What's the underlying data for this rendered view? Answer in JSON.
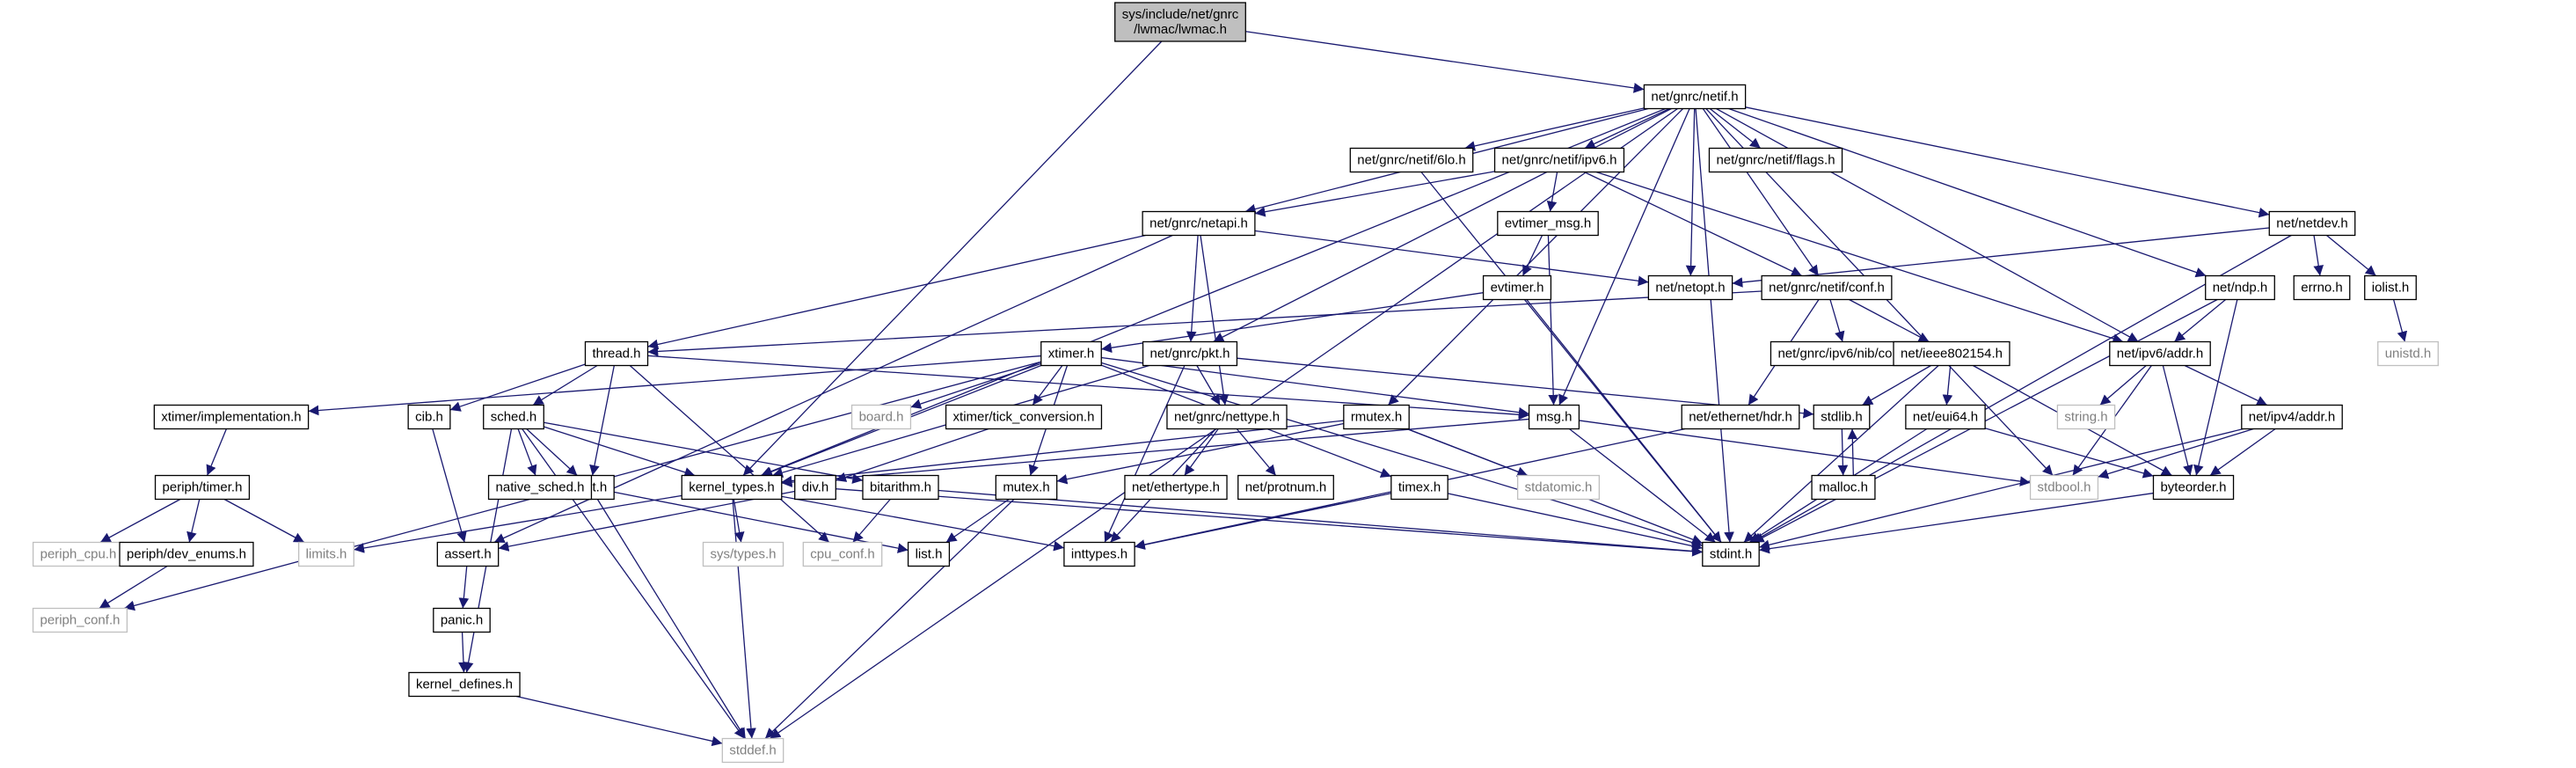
{
  "diagram": {
    "nodes": [
      {
        "id": "lwmac",
        "lines": [
          "sys/include/net/gnrc",
          "/lwmac/lwmac.h"
        ],
        "style": "root"
      },
      {
        "id": "netif",
        "lines": [
          "net/gnrc/netif.h"
        ],
        "style": "normal"
      },
      {
        "id": "netif6lo",
        "lines": [
          "net/gnrc/netif/6lo.h"
        ],
        "style": "normal"
      },
      {
        "id": "netifipv6",
        "lines": [
          "net/gnrc/netif/ipv6.h"
        ],
        "style": "normal"
      },
      {
        "id": "netifflags",
        "lines": [
          "net/gnrc/netif/flags.h"
        ],
        "style": "normal"
      },
      {
        "id": "netdev",
        "lines": [
          "net/netdev.h"
        ],
        "style": "normal"
      },
      {
        "id": "netapi",
        "lines": [
          "net/gnrc/netapi.h"
        ],
        "style": "normal"
      },
      {
        "id": "evtimermsg",
        "lines": [
          "evtimer_msg.h"
        ],
        "style": "normal"
      },
      {
        "id": "evtimer",
        "lines": [
          "evtimer.h"
        ],
        "style": "normal"
      },
      {
        "id": "netopt",
        "lines": [
          "net/netopt.h"
        ],
        "style": "normal"
      },
      {
        "id": "netifconf",
        "lines": [
          "net/gnrc/netif/conf.h"
        ],
        "style": "normal"
      },
      {
        "id": "errno",
        "lines": [
          "errno.h"
        ],
        "style": "normal"
      },
      {
        "id": "iolist",
        "lines": [
          "iolist.h"
        ],
        "style": "normal"
      },
      {
        "id": "ndp",
        "lines": [
          "net/ndp.h"
        ],
        "style": "normal"
      },
      {
        "id": "unistd",
        "lines": [
          "unistd.h"
        ],
        "style": "missing"
      },
      {
        "id": "thread",
        "lines": [
          "thread.h"
        ],
        "style": "normal"
      },
      {
        "id": "xtimer",
        "lines": [
          "xtimer.h"
        ],
        "style": "normal"
      },
      {
        "id": "pkt",
        "lines": [
          "net/gnrc/pkt.h"
        ],
        "style": "normal"
      },
      {
        "id": "nibconf",
        "lines": [
          "net/gnrc/ipv6/nib/conf.h"
        ],
        "style": "normal"
      },
      {
        "id": "ieee802154",
        "lines": [
          "net/ieee802154.h"
        ],
        "style": "normal"
      },
      {
        "id": "ipv6addr",
        "lines": [
          "net/ipv6/addr.h"
        ],
        "style": "normal"
      },
      {
        "id": "board",
        "lines": [
          "board.h"
        ],
        "style": "missing"
      },
      {
        "id": "string",
        "lines": [
          "string.h"
        ],
        "style": "missing"
      },
      {
        "id": "ximpl",
        "lines": [
          "xtimer/implementation.h"
        ],
        "style": "normal"
      },
      {
        "id": "cib",
        "lines": [
          "cib.h"
        ],
        "style": "normal"
      },
      {
        "id": "sched",
        "lines": [
          "sched.h"
        ],
        "style": "normal"
      },
      {
        "id": "xtick",
        "lines": [
          "xtimer/tick_conversion.h"
        ],
        "style": "normal"
      },
      {
        "id": "nettype",
        "lines": [
          "net/gnrc/nettype.h"
        ],
        "style": "normal"
      },
      {
        "id": "rmutex",
        "lines": [
          "rmutex.h"
        ],
        "style": "normal"
      },
      {
        "id": "msg",
        "lines": [
          "msg.h"
        ],
        "style": "normal"
      },
      {
        "id": "ethhdr",
        "lines": [
          "net/ethernet/hdr.h"
        ],
        "style": "normal"
      },
      {
        "id": "stdlib",
        "lines": [
          "stdlib.h"
        ],
        "style": "normal"
      },
      {
        "id": "eui64",
        "lines": [
          "net/eui64.h"
        ],
        "style": "normal"
      },
      {
        "id": "ipv4addr",
        "lines": [
          "net/ipv4/addr.h"
        ],
        "style": "normal"
      },
      {
        "id": "periphtimer",
        "lines": [
          "periph/timer.h"
        ],
        "style": "normal"
      },
      {
        "id": "clist",
        "lines": [
          "clist.h"
        ],
        "style": "normal"
      },
      {
        "id": "nativesched",
        "lines": [
          "native_sched.h"
        ],
        "style": "normal"
      },
      {
        "id": "kerneltypes",
        "lines": [
          "kernel_types.h"
        ],
        "style": "normal"
      },
      {
        "id": "div",
        "lines": [
          "div.h"
        ],
        "style": "normal"
      },
      {
        "id": "bitarithm",
        "lines": [
          "bitarithm.h"
        ],
        "style": "normal"
      },
      {
        "id": "mutex",
        "lines": [
          "mutex.h"
        ],
        "style": "normal"
      },
      {
        "id": "ethertype",
        "lines": [
          "net/ethertype.h"
        ],
        "style": "normal"
      },
      {
        "id": "protnum",
        "lines": [
          "net/protnum.h"
        ],
        "style": "normal"
      },
      {
        "id": "stdatomic",
        "lines": [
          "stdatomic.h"
        ],
        "style": "missing"
      },
      {
        "id": "timex",
        "lines": [
          "timex.h"
        ],
        "style": "normal"
      },
      {
        "id": "malloc",
        "lines": [
          "malloc.h"
        ],
        "style": "normal"
      },
      {
        "id": "stdbool",
        "lines": [
          "stdbool.h"
        ],
        "style": "missing"
      },
      {
        "id": "byteorder",
        "lines": [
          "byteorder.h"
        ],
        "style": "normal"
      },
      {
        "id": "periphcpu",
        "lines": [
          "periph_cpu.h"
        ],
        "style": "missing"
      },
      {
        "id": "periphdev",
        "lines": [
          "periph/dev_enums.h"
        ],
        "style": "normal"
      },
      {
        "id": "limits",
        "lines": [
          "limits.h"
        ],
        "style": "missing"
      },
      {
        "id": "systypes",
        "lines": [
          "sys/types.h"
        ],
        "style": "missing"
      },
      {
        "id": "cpuconf",
        "lines": [
          "cpu_conf.h"
        ],
        "style": "missing"
      },
      {
        "id": "list",
        "lines": [
          "list.h"
        ],
        "style": "normal"
      },
      {
        "id": "inttypes",
        "lines": [
          "inttypes.h"
        ],
        "style": "normal"
      },
      {
        "id": "stdint",
        "lines": [
          "stdint.h"
        ],
        "style": "normal"
      },
      {
        "id": "assert",
        "lines": [
          "assert.h"
        ],
        "style": "normal"
      },
      {
        "id": "periphconf",
        "lines": [
          "periph_conf.h"
        ],
        "style": "missing"
      },
      {
        "id": "panic",
        "lines": [
          "panic.h"
        ],
        "style": "normal"
      },
      {
        "id": "kerneldefines",
        "lines": [
          "kernel_defines.h"
        ],
        "style": "normal"
      },
      {
        "id": "stddef",
        "lines": [
          "stddef.h"
        ],
        "style": "missing"
      }
    ],
    "edges": [
      [
        "lwmac",
        "netif"
      ],
      [
        "lwmac",
        "kerneltypes"
      ],
      [
        "netif",
        "netif6lo"
      ],
      [
        "netif",
        "netifipv6"
      ],
      [
        "netif",
        "netifflags"
      ],
      [
        "netif",
        "netdev"
      ],
      [
        "netif",
        "netapi"
      ],
      [
        "netif",
        "netopt"
      ],
      [
        "netif",
        "netifconf"
      ],
      [
        "netif",
        "ndp"
      ],
      [
        "netif",
        "pkt"
      ],
      [
        "netif",
        "ipv6addr"
      ],
      [
        "netif",
        "rmutex"
      ],
      [
        "netif",
        "msg"
      ],
      [
        "netif",
        "kerneltypes"
      ],
      [
        "netif",
        "stdbool"
      ],
      [
        "netif",
        "stdint"
      ],
      [
        "netif",
        "stddef"
      ],
      [
        "netif6lo",
        "stdint"
      ],
      [
        "netifipv6",
        "netapi"
      ],
      [
        "netifipv6",
        "evtimermsg"
      ],
      [
        "netifipv6",
        "netifconf"
      ],
      [
        "netifipv6",
        "ipv6addr"
      ],
      [
        "netapi",
        "thread"
      ],
      [
        "netapi",
        "netopt"
      ],
      [
        "netapi",
        "pkt"
      ],
      [
        "netapi",
        "nettype"
      ],
      [
        "netapi",
        "assert"
      ],
      [
        "evtimermsg",
        "evtimer"
      ],
      [
        "evtimermsg",
        "msg"
      ],
      [
        "evtimer",
        "xtimer"
      ],
      [
        "evtimer",
        "stdint"
      ],
      [
        "netdev",
        "netopt"
      ],
      [
        "netdev",
        "errno"
      ],
      [
        "netdev",
        "iolist"
      ],
      [
        "netdev",
        "stdint"
      ],
      [
        "iolist",
        "unistd"
      ],
      [
        "netifconf",
        "thread"
      ],
      [
        "netifconf",
        "nibconf"
      ],
      [
        "netifconf",
        "ieee802154"
      ],
      [
        "netifconf",
        "ethhdr"
      ],
      [
        "ndp",
        "ipv6addr"
      ],
      [
        "ndp",
        "byteorder"
      ],
      [
        "ndp",
        "stdint"
      ],
      [
        "thread",
        "msg"
      ],
      [
        "thread",
        "cib"
      ],
      [
        "thread",
        "sched"
      ],
      [
        "thread",
        "clist"
      ],
      [
        "thread",
        "cpuconf"
      ],
      [
        "xtimer",
        "board"
      ],
      [
        "xtimer",
        "ximpl"
      ],
      [
        "xtimer",
        "xtick"
      ],
      [
        "xtimer",
        "msg"
      ],
      [
        "xtimer",
        "mutex"
      ],
      [
        "xtimer",
        "timex"
      ],
      [
        "xtimer",
        "kerneltypes"
      ],
      [
        "xtimer",
        "stdint"
      ],
      [
        "xtimer",
        "periphconf"
      ],
      [
        "pkt",
        "nettype"
      ],
      [
        "pkt",
        "kerneltypes"
      ],
      [
        "pkt",
        "stdlib"
      ],
      [
        "pkt",
        "inttypes"
      ],
      [
        "ieee802154",
        "stdlib"
      ],
      [
        "ieee802154",
        "eui64"
      ],
      [
        "ieee802154",
        "byteorder"
      ],
      [
        "ieee802154",
        "stdint"
      ],
      [
        "ipv6addr",
        "string"
      ],
      [
        "ipv6addr",
        "ipv4addr"
      ],
      [
        "ipv6addr",
        "byteorder"
      ],
      [
        "ipv6addr",
        "stdbool"
      ],
      [
        "ximpl",
        "periphtimer"
      ],
      [
        "cib",
        "assert"
      ],
      [
        "sched",
        "clist"
      ],
      [
        "sched",
        "nativesched"
      ],
      [
        "sched",
        "kerneltypes"
      ],
      [
        "sched",
        "bitarithm"
      ],
      [
        "sched",
        "kerneldefines"
      ],
      [
        "sched",
        "stddef"
      ],
      [
        "xtick",
        "div"
      ],
      [
        "nettype",
        "ethertype"
      ],
      [
        "nettype",
        "protnum"
      ],
      [
        "nettype",
        "inttypes"
      ],
      [
        "rmutex",
        "mutex"
      ],
      [
        "rmutex",
        "kerneltypes"
      ],
      [
        "rmutex",
        "stdatomic"
      ],
      [
        "rmutex",
        "stdint"
      ],
      [
        "msg",
        "kerneltypes"
      ],
      [
        "msg",
        "stdbool"
      ],
      [
        "msg",
        "stdint"
      ],
      [
        "ethhdr",
        "inttypes"
      ],
      [
        "stdlib",
        "malloc"
      ],
      [
        "malloc",
        "stdlib"
      ],
      [
        "eui64",
        "byteorder"
      ],
      [
        "eui64",
        "stdint"
      ],
      [
        "ipv4addr",
        "byteorder"
      ],
      [
        "ipv4addr",
        "stdbool"
      ],
      [
        "ipv4addr",
        "stdint"
      ],
      [
        "periphtimer",
        "periphcpu"
      ],
      [
        "periphtimer",
        "periphdev"
      ],
      [
        "periphtimer",
        "limits"
      ],
      [
        "periphdev",
        "periphconf"
      ],
      [
        "clist",
        "list"
      ],
      [
        "clist",
        "stddef"
      ],
      [
        "kerneltypes",
        "limits"
      ],
      [
        "kerneltypes",
        "systypes"
      ],
      [
        "kerneltypes",
        "inttypes"
      ],
      [
        "kerneltypes",
        "stddef"
      ],
      [
        "div",
        "assert"
      ],
      [
        "div",
        "stdint"
      ],
      [
        "bitarithm",
        "cpuconf"
      ],
      [
        "bitarithm",
        "stdint"
      ],
      [
        "mutex",
        "list"
      ],
      [
        "mutex",
        "stddef"
      ],
      [
        "timex",
        "inttypes"
      ],
      [
        "timex",
        "stdint"
      ],
      [
        "byteorder",
        "stdint"
      ],
      [
        "assert",
        "panic"
      ],
      [
        "panic",
        "kerneldefines"
      ],
      [
        "kerneldefines",
        "stddef"
      ]
    ]
  }
}
